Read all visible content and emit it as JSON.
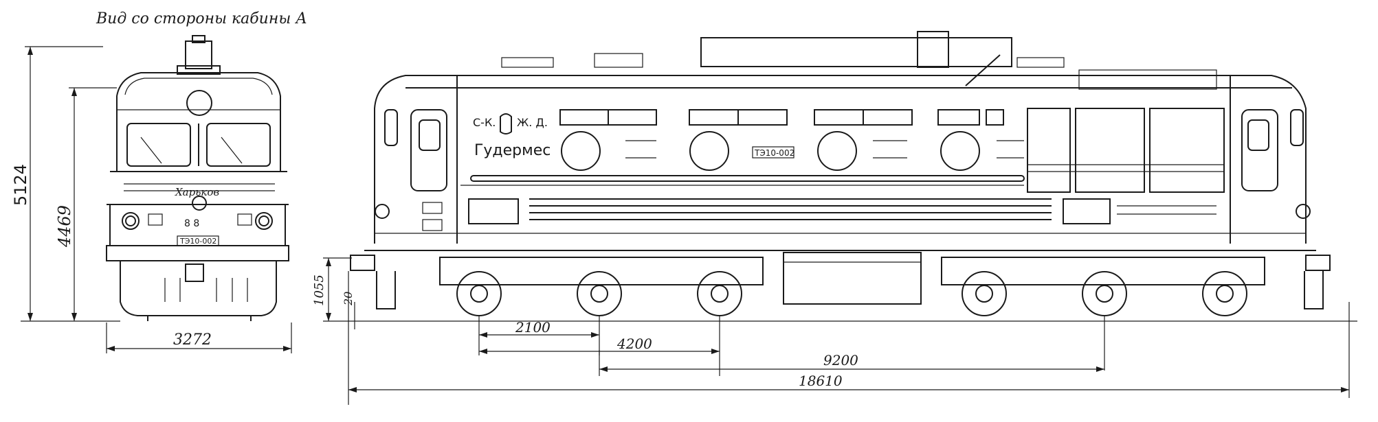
{
  "caption": "Вид со стороны кабины А",
  "front_view": {
    "dim_total_height": "5124",
    "dim_body_height": "4469",
    "dim_width": "3272",
    "plate_logo": "Харьков",
    "number_plate": "ТЭ10-002"
  },
  "side_view": {
    "railway_mark_left": "С-К.",
    "railway_mark_right": "Ж. Д.",
    "depot_name": "Гудермес",
    "number_plate": "ТЭ10-002",
    "dim_buffer_height": "1055",
    "dim_small": "20",
    "dim_axle_base": "2100",
    "dim_bogie_base": "4200",
    "dim_bogie_centers": "9200",
    "dim_length_over_buffers": "18610"
  }
}
